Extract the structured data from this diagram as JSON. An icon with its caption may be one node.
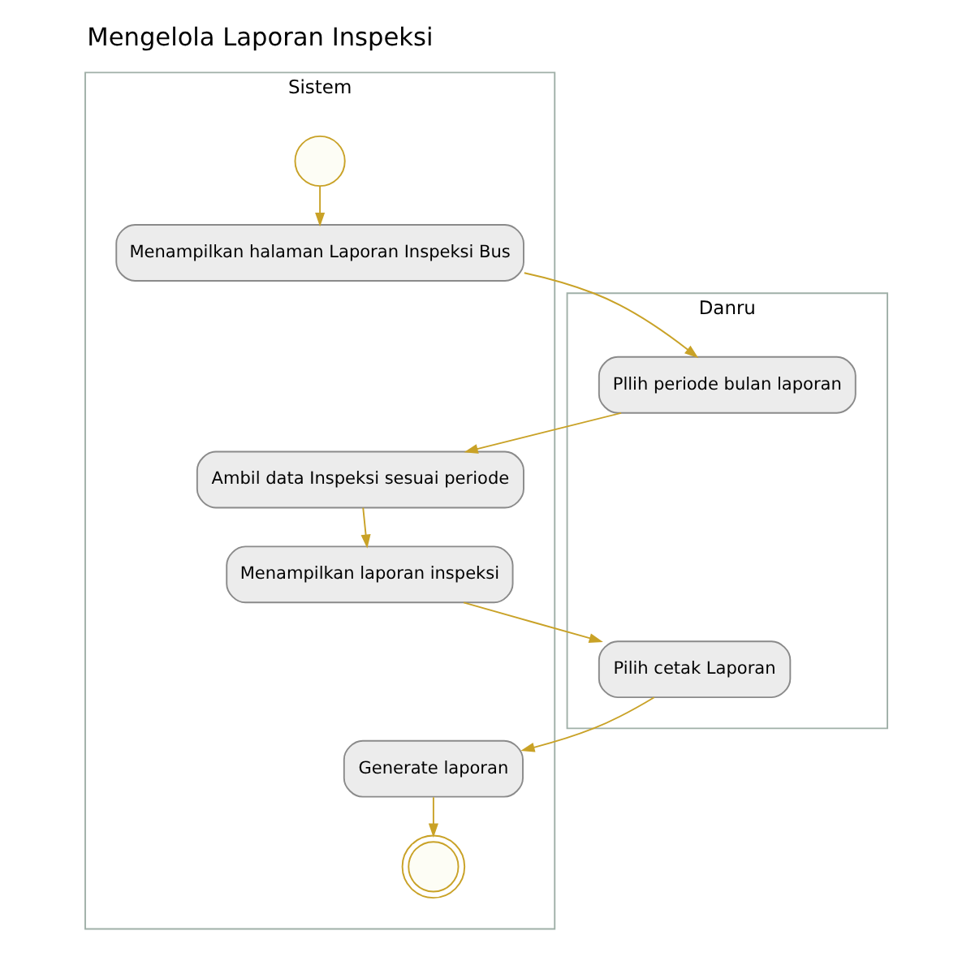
{
  "diagram": {
    "title": "Mengelola Laporan Inspeksi",
    "nodes": [
      {
        "text": [
          "Danru"
        ]
      },
      {
        "text": [
          "Sistem"
        ]
      },
      {
        "text": [],
        "shape": "circle",
        "in": 1
      },
      {
        "text": [
          "Menampilkan halaman Laporan Inspeksi Bus"
        ],
        "in": 1
      },
      {
        "text": [
          "Pllih periode bulan laporan"
        ],
        "in": 0
      },
      {
        "text": [
          "Ambil data Inspeksi sesuai periode"
        ],
        "in": 1
      },
      {
        "text": [
          "Menampilkan laporan inspeksi"
        ],
        "in": 1
      },
      {
        "text": [
          "Pilih cetak Laporan"
        ],
        "in": 0
      },
      {
        "text": [
          "Generate laporan"
        ],
        "in": 1
      },
      {
        "text": [],
        "shape": "circle",
        "in": 1
      }
    ],
    "edges": [
      {
        "from": 2,
        "to": 3,
        "arrow": "to"
      },
      {
        "from": 3,
        "to": 4,
        "arrow": "to"
      },
      {
        "from": 4,
        "to": 5,
        "arrow": "to"
      },
      {
        "from": 5,
        "to": 6,
        "arrow": "to"
      },
      {
        "from": 6,
        "to": 7,
        "arrow": "to"
      },
      {
        "from": 7,
        "to": 8,
        "arrow": "to"
      },
      {
        "from": 8,
        "to": 9,
        "arrow": "to"
      }
    ]
  }
}
